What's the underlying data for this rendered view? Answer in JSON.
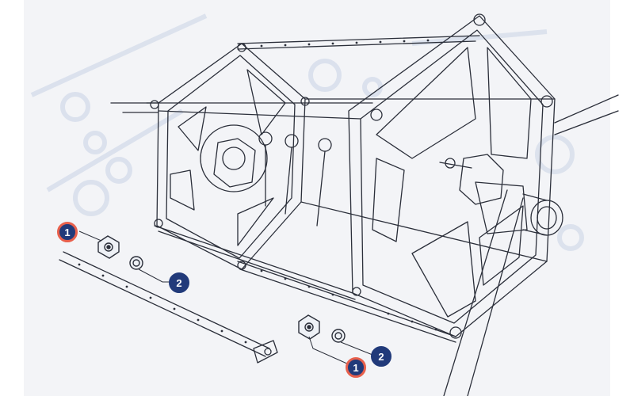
{
  "callouts": [
    {
      "label": "1",
      "style": "orange"
    },
    {
      "label": "2",
      "style": "navy"
    },
    {
      "label": "1",
      "style": "orange"
    },
    {
      "label": "2",
      "style": "navy"
    }
  ],
  "colors": {
    "line": "#2b2f3a",
    "callout_fill": "#213a7a",
    "callout_ring": "#e8604c",
    "sheet_bg": "#f3f4f7",
    "watermark": "#c9d3e6"
  }
}
